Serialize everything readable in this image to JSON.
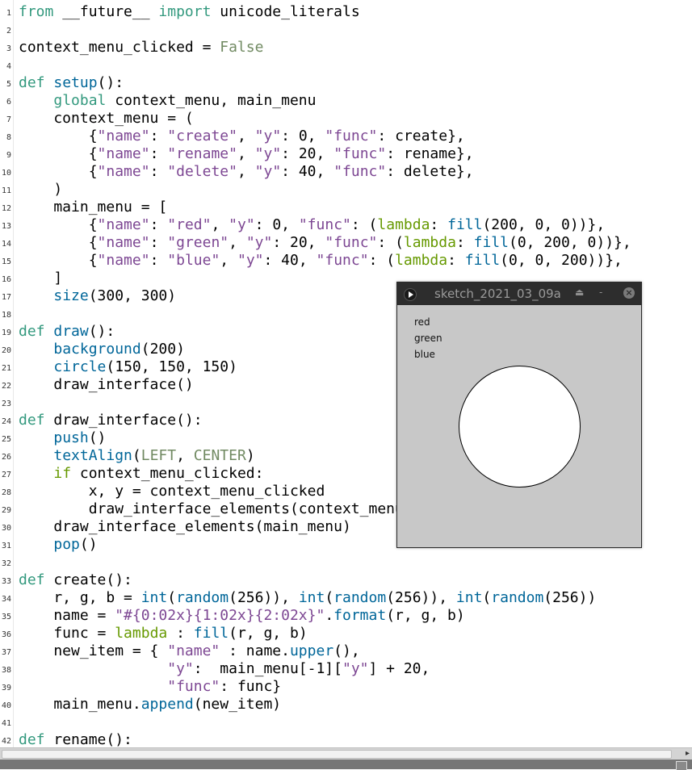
{
  "editor": {
    "lines": [
      {
        "n": "1",
        "t": [
          [
            "k",
            "from"
          ],
          [
            "",
            " __future__ "
          ],
          [
            "k",
            "import"
          ],
          [
            "",
            " unicode_literals"
          ]
        ]
      },
      {
        "n": "2",
        "t": []
      },
      {
        "n": "3",
        "t": [
          [
            "",
            "context_menu_clicked = "
          ],
          [
            "c",
            "False"
          ]
        ]
      },
      {
        "n": "4",
        "t": []
      },
      {
        "n": "5",
        "t": [
          [
            "k",
            "def "
          ],
          [
            "f",
            "setup"
          ],
          [
            "",
            "():"
          ]
        ]
      },
      {
        "n": "6",
        "t": [
          [
            "",
            "    "
          ],
          [
            "k",
            "global"
          ],
          [
            "",
            " context_menu, main_menu"
          ]
        ]
      },
      {
        "n": "7",
        "t": [
          [
            "",
            "    context_menu = ("
          ]
        ]
      },
      {
        "n": "8",
        "t": [
          [
            "",
            "        {"
          ],
          [
            "s",
            "\"name\""
          ],
          [
            "",
            ": "
          ],
          [
            "s",
            "\"create\""
          ],
          [
            "",
            ", "
          ],
          [
            "s",
            "\"y\""
          ],
          [
            "",
            ": 0, "
          ],
          [
            "s",
            "\"func\""
          ],
          [
            "",
            ": create},"
          ]
        ]
      },
      {
        "n": "9",
        "t": [
          [
            "",
            "        {"
          ],
          [
            "s",
            "\"name\""
          ],
          [
            "",
            ": "
          ],
          [
            "s",
            "\"rename\""
          ],
          [
            "",
            ", "
          ],
          [
            "s",
            "\"y\""
          ],
          [
            "",
            ": 20, "
          ],
          [
            "s",
            "\"func\""
          ],
          [
            "",
            ": rename},"
          ]
        ]
      },
      {
        "n": "10",
        "t": [
          [
            "",
            "        {"
          ],
          [
            "s",
            "\"name\""
          ],
          [
            "",
            ": "
          ],
          [
            "s",
            "\"delete\""
          ],
          [
            "",
            ", "
          ],
          [
            "s",
            "\"y\""
          ],
          [
            "",
            ": 40, "
          ],
          [
            "s",
            "\"func\""
          ],
          [
            "",
            ": delete},"
          ]
        ]
      },
      {
        "n": "11",
        "t": [
          [
            "",
            "    )"
          ]
        ]
      },
      {
        "n": "12",
        "t": [
          [
            "",
            "    main_menu = ["
          ]
        ]
      },
      {
        "n": "13",
        "t": [
          [
            "",
            "        {"
          ],
          [
            "s",
            "\"name\""
          ],
          [
            "",
            ": "
          ],
          [
            "s",
            "\"red\""
          ],
          [
            "",
            ", "
          ],
          [
            "s",
            "\"y\""
          ],
          [
            "",
            ": 0, "
          ],
          [
            "s",
            "\"func\""
          ],
          [
            "",
            ": ("
          ],
          [
            "g",
            "lambda"
          ],
          [
            "",
            ": "
          ],
          [
            "f",
            "fill"
          ],
          [
            "",
            "(200, 0, 0))},"
          ]
        ]
      },
      {
        "n": "14",
        "t": [
          [
            "",
            "        {"
          ],
          [
            "s",
            "\"name\""
          ],
          [
            "",
            ": "
          ],
          [
            "s",
            "\"green\""
          ],
          [
            "",
            ", "
          ],
          [
            "s",
            "\"y\""
          ],
          [
            "",
            ": 20, "
          ],
          [
            "s",
            "\"func\""
          ],
          [
            "",
            ": ("
          ],
          [
            "g",
            "lambda"
          ],
          [
            "",
            ": "
          ],
          [
            "f",
            "fill"
          ],
          [
            "",
            "(0, 200, 0))},"
          ]
        ]
      },
      {
        "n": "15",
        "t": [
          [
            "",
            "        {"
          ],
          [
            "s",
            "\"name\""
          ],
          [
            "",
            ": "
          ],
          [
            "s",
            "\"blue\""
          ],
          [
            "",
            ", "
          ],
          [
            "s",
            "\"y\""
          ],
          [
            "",
            ": 40, "
          ],
          [
            "s",
            "\"func\""
          ],
          [
            "",
            ": ("
          ],
          [
            "g",
            "lambda"
          ],
          [
            "",
            ": "
          ],
          [
            "f",
            "fill"
          ],
          [
            "",
            "(0, 0, 200))},"
          ]
        ]
      },
      {
        "n": "16",
        "t": [
          [
            "",
            "    ]"
          ]
        ]
      },
      {
        "n": "17",
        "t": [
          [
            "",
            "    "
          ],
          [
            "f",
            "size"
          ],
          [
            "",
            "(300, 300)"
          ]
        ]
      },
      {
        "n": "18",
        "t": []
      },
      {
        "n": "19",
        "t": [
          [
            "k",
            "def "
          ],
          [
            "f",
            "draw"
          ],
          [
            "",
            "():"
          ]
        ]
      },
      {
        "n": "20",
        "t": [
          [
            "",
            "    "
          ],
          [
            "f",
            "background"
          ],
          [
            "",
            "(200)"
          ]
        ]
      },
      {
        "n": "21",
        "t": [
          [
            "",
            "    "
          ],
          [
            "f",
            "circle"
          ],
          [
            "",
            "(150, 150, 150)"
          ]
        ]
      },
      {
        "n": "22",
        "t": [
          [
            "",
            "    draw_interface()"
          ]
        ]
      },
      {
        "n": "23",
        "t": []
      },
      {
        "n": "24",
        "t": [
          [
            "k",
            "def "
          ],
          [
            "",
            "draw_interface():"
          ]
        ]
      },
      {
        "n": "25",
        "t": [
          [
            "",
            "    "
          ],
          [
            "f",
            "push"
          ],
          [
            "",
            "()"
          ]
        ]
      },
      {
        "n": "26",
        "t": [
          [
            "",
            "    "
          ],
          [
            "f",
            "textAlign"
          ],
          [
            "",
            "("
          ],
          [
            "c",
            "LEFT"
          ],
          [
            "",
            ", "
          ],
          [
            "c",
            "CENTER"
          ],
          [
            "",
            ")"
          ]
        ]
      },
      {
        "n": "27",
        "t": [
          [
            "",
            "    "
          ],
          [
            "g",
            "if"
          ],
          [
            "",
            " context_menu_clicked:"
          ]
        ]
      },
      {
        "n": "28",
        "t": [
          [
            "",
            "        x, y = context_menu_clicked"
          ]
        ]
      },
      {
        "n": "29",
        "t": [
          [
            "",
            "        draw_interface_elements(context_menu, x, y)"
          ]
        ]
      },
      {
        "n": "30",
        "t": [
          [
            "",
            "    draw_interface_elements(main_menu)"
          ]
        ]
      },
      {
        "n": "31",
        "t": [
          [
            "",
            "    "
          ],
          [
            "f",
            "pop"
          ],
          [
            "",
            "()"
          ]
        ]
      },
      {
        "n": "32",
        "t": []
      },
      {
        "n": "33",
        "t": [
          [
            "k",
            "def "
          ],
          [
            "",
            "create():"
          ]
        ]
      },
      {
        "n": "34",
        "t": [
          [
            "",
            "    r, g, b = "
          ],
          [
            "f",
            "int"
          ],
          [
            "",
            "("
          ],
          [
            "f",
            "random"
          ],
          [
            "",
            "(256)), "
          ],
          [
            "f",
            "int"
          ],
          [
            "",
            "("
          ],
          [
            "f",
            "random"
          ],
          [
            "",
            "(256)), "
          ],
          [
            "f",
            "int"
          ],
          [
            "",
            "("
          ],
          [
            "f",
            "random"
          ],
          [
            "",
            "(256))"
          ]
        ]
      },
      {
        "n": "35",
        "t": [
          [
            "",
            "    name = "
          ],
          [
            "s",
            "\"#{0:02x}{1:02x}{2:02x}\""
          ],
          [
            "",
            "."
          ],
          [
            "f",
            "format"
          ],
          [
            "",
            "(r, g, b)"
          ]
        ]
      },
      {
        "n": "36",
        "t": [
          [
            "",
            "    func = "
          ],
          [
            "g",
            "lambda"
          ],
          [
            "",
            " : "
          ],
          [
            "f",
            "fill"
          ],
          [
            "",
            "(r, g, b)"
          ]
        ]
      },
      {
        "n": "37",
        "t": [
          [
            "",
            "    new_item = { "
          ],
          [
            "s",
            "\"name\""
          ],
          [
            "",
            " : name."
          ],
          [
            "f",
            "upper"
          ],
          [
            "",
            "(),"
          ]
        ]
      },
      {
        "n": "38",
        "t": [
          [
            "",
            "                 "
          ],
          [
            "s",
            "\"y\""
          ],
          [
            "",
            ":  main_menu[-1]["
          ],
          [
            "s",
            "\"y\""
          ],
          [
            "",
            "] + 20,"
          ]
        ]
      },
      {
        "n": "39",
        "t": [
          [
            "",
            "                 "
          ],
          [
            "s",
            "\"func\""
          ],
          [
            "",
            ": func}"
          ]
        ]
      },
      {
        "n": "40",
        "t": [
          [
            "",
            "    main_menu."
          ],
          [
            "f",
            "append"
          ],
          [
            "",
            "(new_item)"
          ]
        ]
      },
      {
        "n": "41",
        "t": []
      },
      {
        "n": "42",
        "t": [
          [
            "k",
            "def "
          ],
          [
            "",
            "rename():"
          ]
        ]
      }
    ]
  },
  "colors": {
    "keyword": "#33997e",
    "function": "#006699",
    "string": "#7d4793",
    "constant": "#718a62",
    "lambda_if": "#669900",
    "canvas_bg": "#c8c8c8"
  },
  "sketch_window": {
    "title": "sketch_2021_03_09a",
    "app_icon": "play-icon",
    "shade_glyph": "⏏",
    "minimize_glyph": "-",
    "close_glyph": "×",
    "menu_items": [
      "red",
      "green",
      "blue"
    ]
  },
  "scrollbar": {
    "arrow_glyph": "▸"
  }
}
